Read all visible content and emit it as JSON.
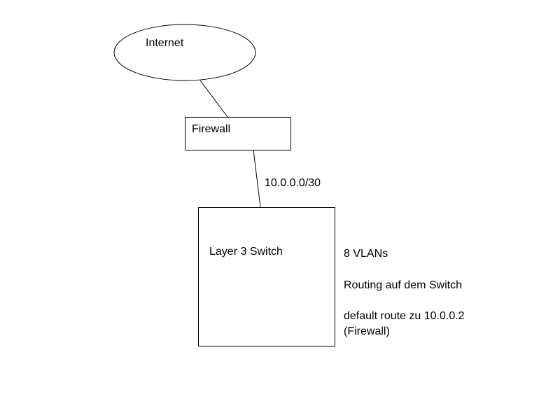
{
  "nodes": {
    "internet": "Internet",
    "firewall": "Firewall",
    "switch": "Layer 3 Switch"
  },
  "link_label": "10.0.0.0/30",
  "notes": {
    "vlans": "8 VLANs",
    "routing": "Routing auf dem Switch",
    "default_route": "default route zu 10.0.0.2",
    "default_route_target": "(Firewall)"
  },
  "colors": {
    "line": "#000000",
    "background": "#ffffff"
  }
}
